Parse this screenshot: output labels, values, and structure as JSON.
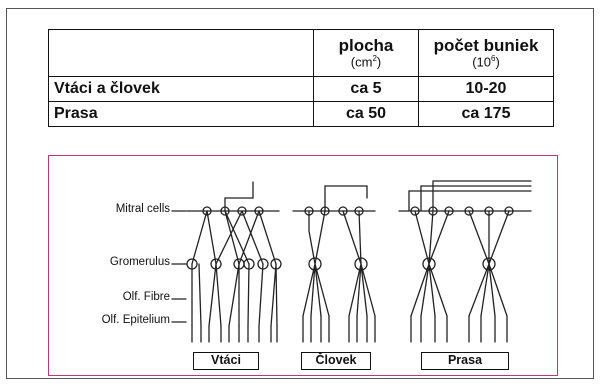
{
  "table": {
    "header": {
      "col1": "",
      "col2_title": "plocha",
      "col2_unit_base": "(cm",
      "col2_unit_sup": "2",
      "col2_unit_close": ")",
      "col3_title": "počet buniek",
      "col3_unit_base": "(10",
      "col3_unit_sup": "6",
      "col3_unit_close": ")"
    },
    "rows": [
      {
        "label": "Vtáci a človek",
        "area": "ca 5",
        "cells": "10-20"
      },
      {
        "label": "Prasa",
        "area": "ca 50",
        "cells": "ca 175"
      }
    ]
  },
  "diagram": {
    "labels": {
      "mitral": "Mitral cells",
      "glomerulus": "Gromerulus",
      "fibre": "Olf. Fibre",
      "epitelium": "Olf. Epitelium"
    },
    "captions": [
      "Vtáci",
      "Človek",
      "Prasa"
    ],
    "colors": {
      "border": "#c2357a",
      "ink": "#111111"
    }
  }
}
